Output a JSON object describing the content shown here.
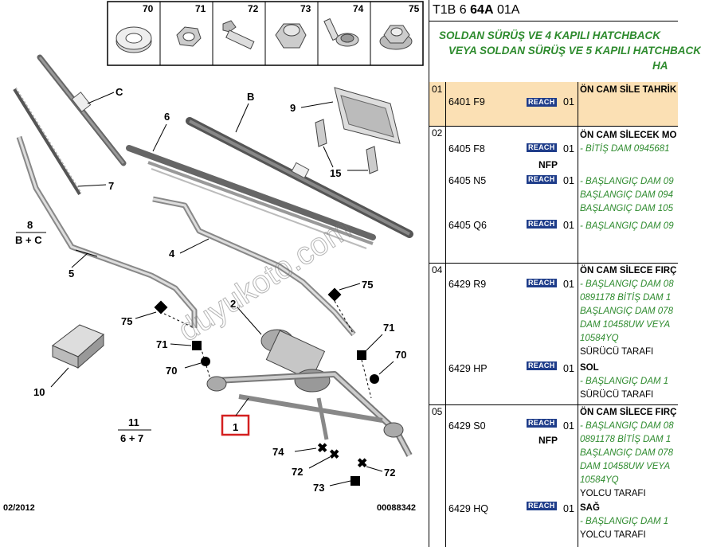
{
  "header": {
    "prefix": "T1B 6 ",
    "bold": "64A",
    "suffix": " 01A"
  },
  "vehicle": [
    "SOLDAN SÜRÜŞ VE 4 KAPILI HATCHBACK",
    "VEYA SOLDAN SÜRÜŞ VE 5 KAPILI HATCHBACK",
    "HA"
  ],
  "hardware": [
    {
      "num": "70",
      "icon": "seal-ring-icon"
    },
    {
      "num": "71",
      "icon": "hex-nut-icon"
    },
    {
      "num": "72",
      "icon": "bolt-icon"
    },
    {
      "num": "73",
      "icon": "cap-nut-icon"
    },
    {
      "num": "74",
      "icon": "screw-washer-icon"
    },
    {
      "num": "75",
      "icon": "flange-nut-icon"
    }
  ],
  "diagram_labels": {
    "c": "C",
    "b": "B",
    "n9": "9",
    "n6": "6",
    "n15": "15",
    "n7": "7",
    "n8": "8",
    "b_c": "B + C",
    "n5": "5",
    "n4": "4",
    "n75a": "75",
    "n75b": "75",
    "n2": "2",
    "n71a": "71",
    "n71b": "71",
    "n70a": "70",
    "n70b": "70",
    "n10": "10",
    "n1": "1",
    "n11": "11",
    "n6_7": "6 + 7",
    "n74": "74",
    "n72a": "72",
    "n72b": "72",
    "n73": "73",
    "date": "02/2012",
    "ref": "00088342"
  },
  "watermark": "duyukoto.com",
  "groups": [
    {
      "no": "01",
      "rows": [
        {
          "pn": "6401 F9",
          "reach": "REACH",
          "qty": "01",
          "nfp": "",
          "lines": [
            {
              "t": "ÖN CAM SİLE TAHRİK",
              "s": "title"
            }
          ]
        }
      ]
    },
    {
      "no": "02",
      "rows": [
        {
          "pn": "6405 F8",
          "reach": "REACH",
          "qty": "01",
          "nfp": "NFP",
          "lines": [
            {
              "t": "ÖN CAM SİLECEK MO",
              "s": "title"
            },
            {
              "t": "- BİTİŞ DAM 0945681",
              "s": "green"
            }
          ]
        },
        {
          "pn": "6405 N5",
          "reach": "REACH",
          "qty": "01",
          "nfp": "",
          "lines": [
            {
              "t": "- BAŞLANGIÇ DAM 09",
              "s": "green"
            },
            {
              "t": "BAŞLANGIÇ DAM 094",
              "s": "green"
            },
            {
              "t": "BAŞLANGIÇ DAM 105",
              "s": "green"
            }
          ]
        },
        {
          "pn": "6405 Q6",
          "reach": "REACH",
          "qty": "01",
          "nfp": "",
          "lines": [
            {
              "t": "- BAŞLANGIÇ DAM 09",
              "s": "green"
            }
          ]
        }
      ]
    },
    {
      "no": "04",
      "rows": [
        {
          "pn": "6429 R9",
          "reach": "REACH",
          "qty": "01",
          "nfp": "",
          "lines": [
            {
              "t": "ÖN CAM SİLECE FIRÇ",
              "s": "title"
            },
            {
              "t": "- BAŞLANGIÇ DAM 08",
              "s": "green"
            },
            {
              "t": "0891178 BİTİŞ DAM 1",
              "s": "green"
            },
            {
              "t": "BAŞLANGIÇ DAM 078",
              "s": "green"
            },
            {
              "t": "DAM 10458UW VEYA",
              "s": "green"
            },
            {
              "t": "10584YQ",
              "s": "green"
            },
            {
              "t": "SÜRÜCÜ TARAFI",
              "s": "plain"
            }
          ]
        },
        {
          "pn": "6429 HP",
          "reach": "REACH",
          "qty": "01",
          "nfp": "",
          "lines": [
            {
              "t": "SOL",
              "s": "title"
            },
            {
              "t": "- BAŞLANGIÇ DAM 1",
              "s": "green"
            },
            {
              "t": "SÜRÜCÜ TARAFI",
              "s": "plain"
            }
          ]
        }
      ]
    },
    {
      "no": "05",
      "rows": [
        {
          "pn": "6429 S0",
          "reach": "REACH",
          "qty": "01",
          "nfp": "NFP",
          "lines": [
            {
              "t": "ÖN CAM SİLECE FIRÇ",
              "s": "title"
            },
            {
              "t": "- BAŞLANGIÇ DAM 08",
              "s": "green"
            },
            {
              "t": "0891178 BİTİŞ DAM 1",
              "s": "green"
            },
            {
              "t": "BAŞLANGIÇ DAM 078",
              "s": "green"
            },
            {
              "t": "DAM 10458UW VEYA",
              "s": "green"
            },
            {
              "t": "10584YQ",
              "s": "green"
            },
            {
              "t": "YOLCU TARAFI",
              "s": "plain"
            }
          ]
        },
        {
          "pn": "6429 HQ",
          "reach": "REACH",
          "qty": "01",
          "nfp": "",
          "lines": [
            {
              "t": "SAĞ",
              "s": "title"
            },
            {
              "t": "- BAŞLANGIÇ DAM 1",
              "s": "green"
            },
            {
              "t": "YOLCU TARAFI",
              "s": "plain"
            }
          ]
        }
      ]
    }
  ]
}
